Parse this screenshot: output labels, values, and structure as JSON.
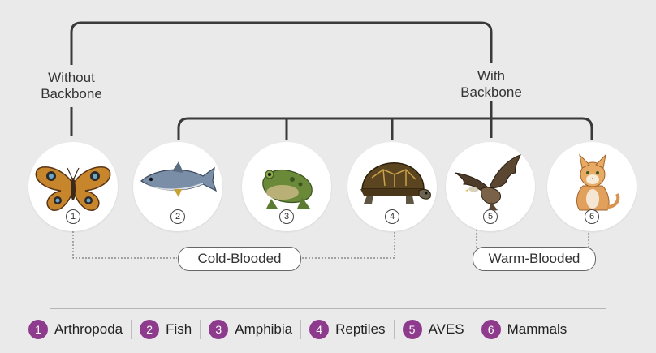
{
  "groups": {
    "without_backbone": [
      "Without",
      "Backbone"
    ],
    "with_backbone": [
      "With",
      "Backbone"
    ]
  },
  "animals": [
    {
      "num": "1",
      "icon": "butterfly-icon"
    },
    {
      "num": "2",
      "icon": "fish-icon"
    },
    {
      "num": "3",
      "icon": "frog-icon"
    },
    {
      "num": "4",
      "icon": "turtle-icon"
    },
    {
      "num": "5",
      "icon": "eagle-icon"
    },
    {
      "num": "6",
      "icon": "cat-icon"
    }
  ],
  "temperature": {
    "cold": "Cold-Blooded",
    "warm": "Warm-Blooded"
  },
  "legend": [
    {
      "num": "1",
      "label": "Arthropoda"
    },
    {
      "num": "2",
      "label": "Fish"
    },
    {
      "num": "3",
      "label": "Amphibia"
    },
    {
      "num": "4",
      "label": "Reptiles"
    },
    {
      "num": "5",
      "label": "AVES"
    },
    {
      "num": "6",
      "label": "Mammals"
    }
  ],
  "colors": {
    "legend_badge": "#8e3b8e",
    "connector": "#3a3a3a",
    "background": "#eaeaea"
  }
}
